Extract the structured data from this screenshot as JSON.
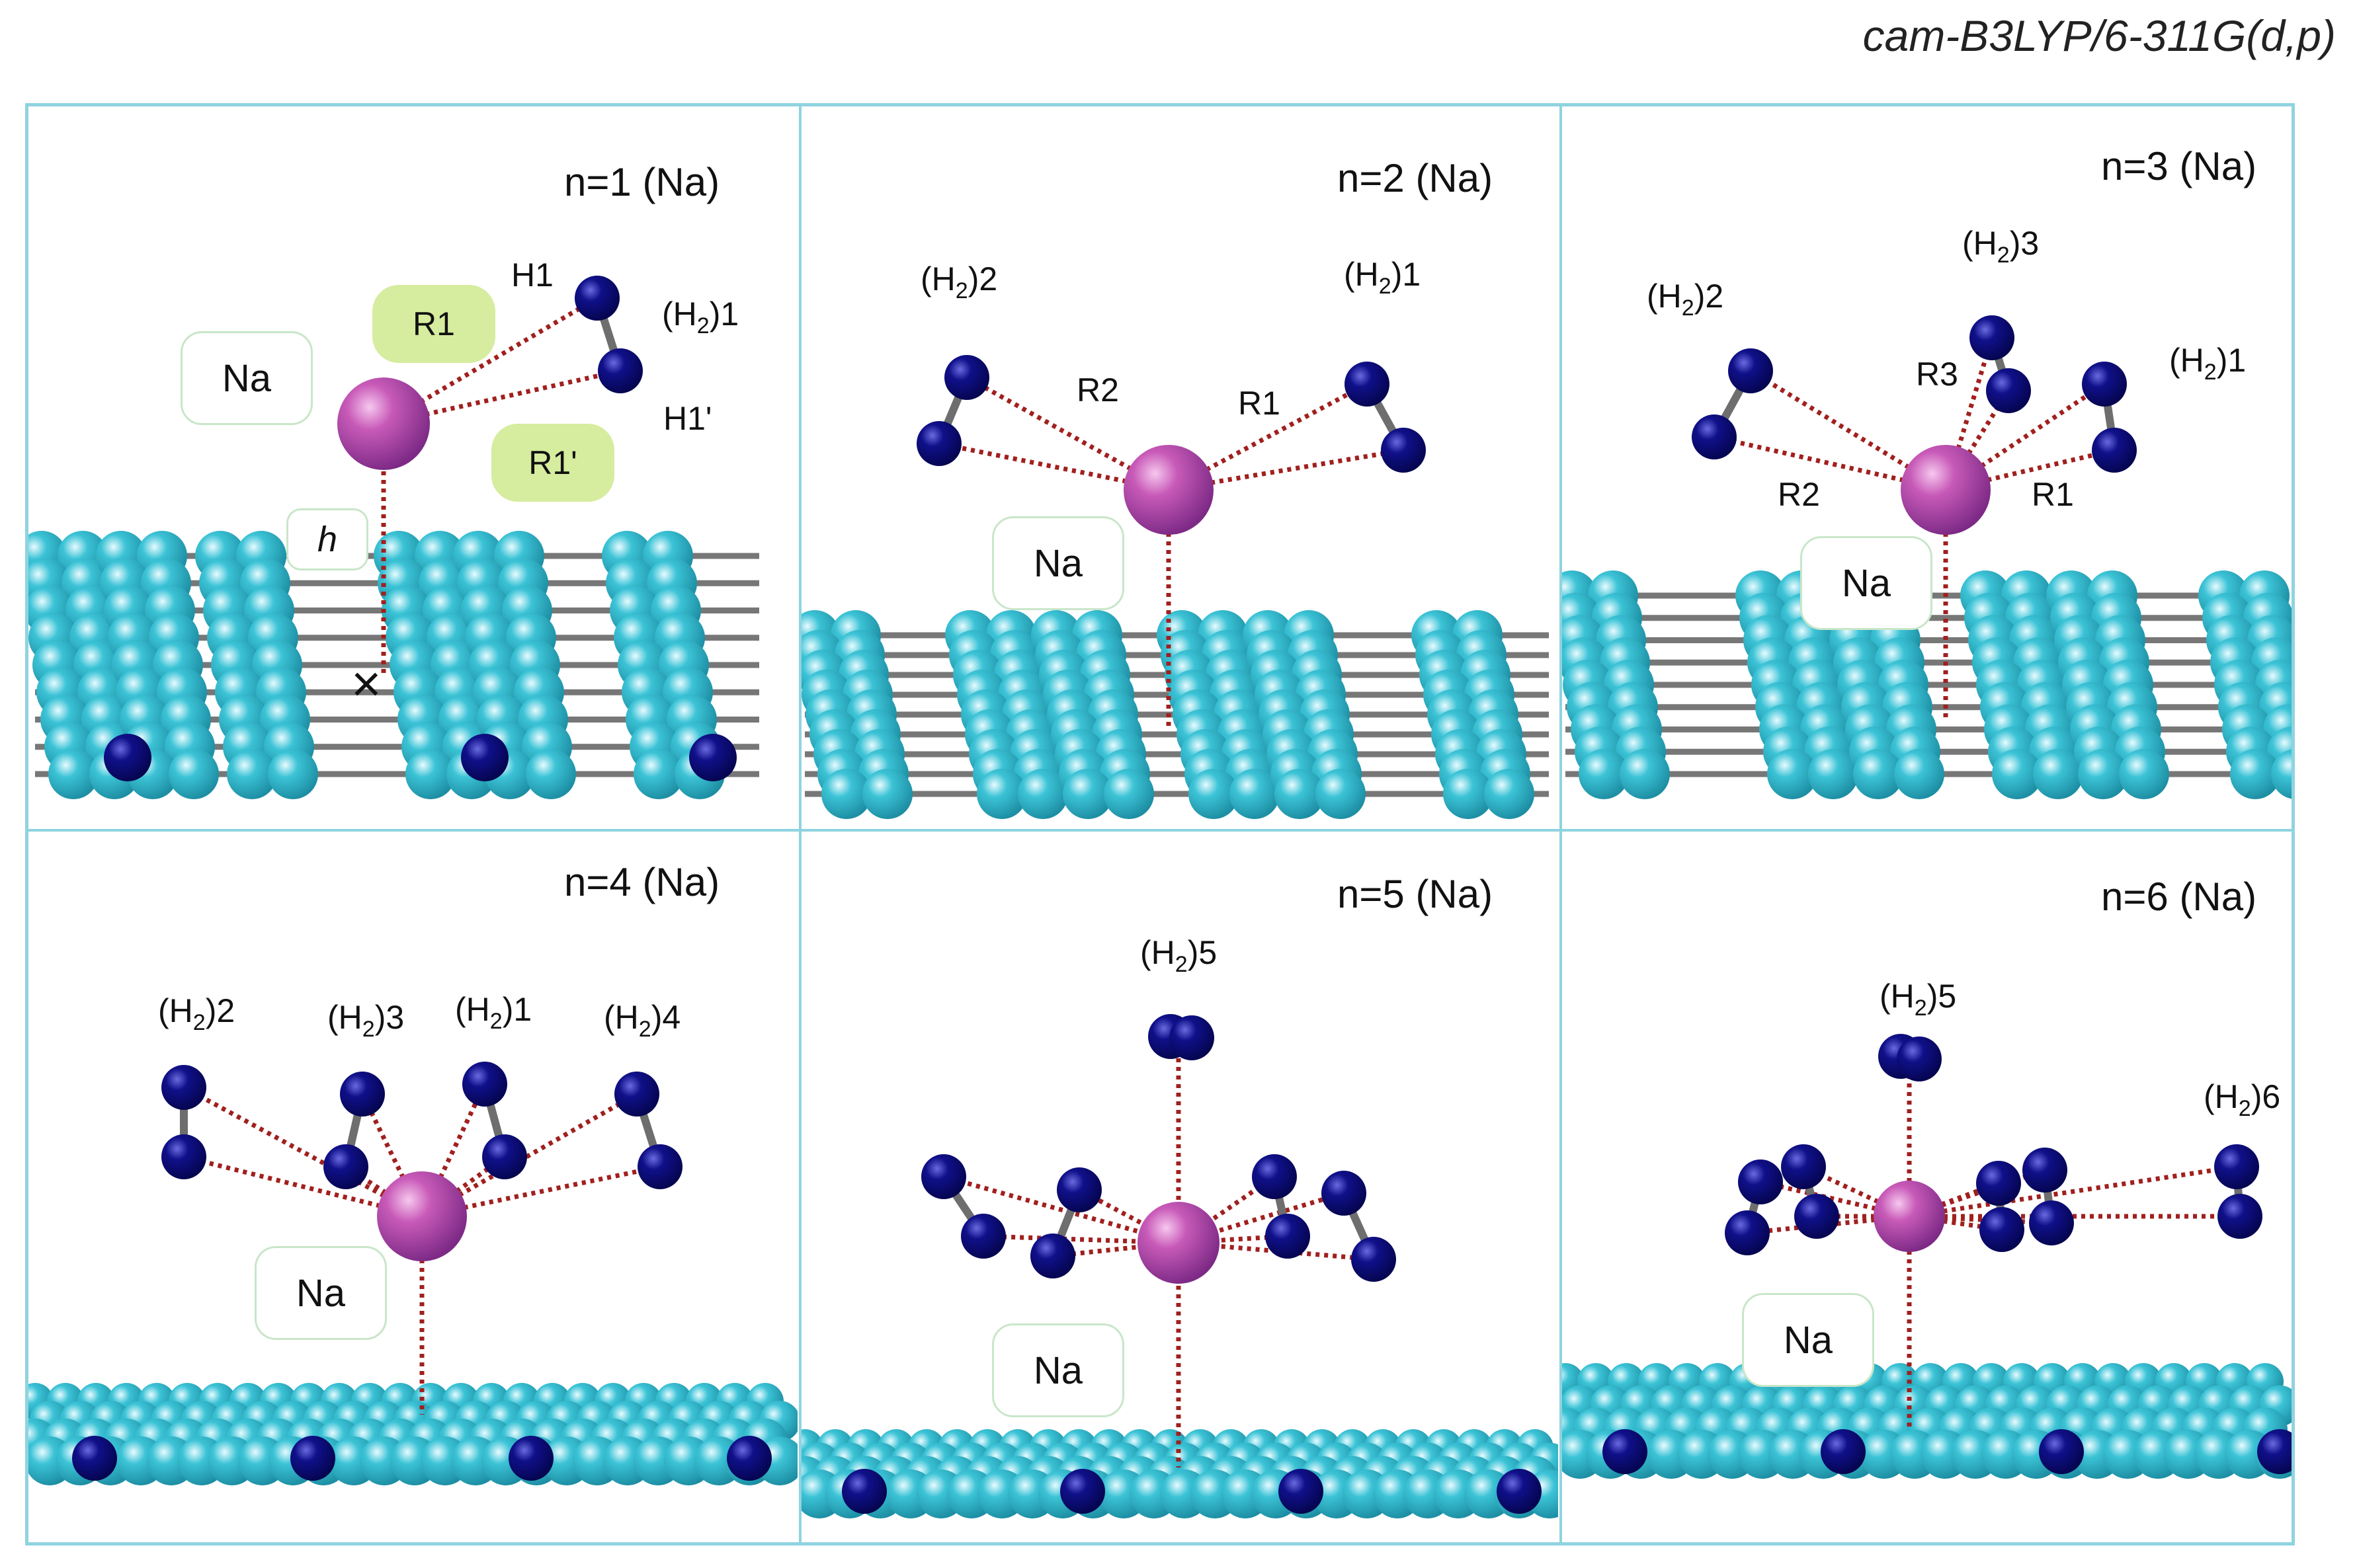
{
  "method": "cam-B3LYP/6-311G(d,p)",
  "panels": [
    {
      "title": "n=1 (Na)",
      "na_label": "Na",
      "h2_labels": [
        {
          "pre": "(H",
          "sub": "2",
          "post": ")1"
        }
      ],
      "atom_labels": [
        "H1",
        "H1'"
      ],
      "dist_labels": [
        "R1",
        "R1'"
      ],
      "height_label": "h",
      "x_mark": "×"
    },
    {
      "title": "n=2 (Na)",
      "na_label": "Na",
      "h2_labels": [
        {
          "pre": "(H",
          "sub": "2",
          "post": ")2"
        },
        {
          "pre": "(H",
          "sub": "2",
          "post": ")1"
        }
      ],
      "dist_labels": [
        "R2",
        "R1"
      ]
    },
    {
      "title": "n=3 (Na)",
      "na_label": "Na",
      "h2_labels": [
        {
          "pre": "(H",
          "sub": "2",
          "post": ")2"
        },
        {
          "pre": "(H",
          "sub": "2",
          "post": ")3"
        },
        {
          "pre": "(H",
          "sub": "2",
          "post": ")1"
        }
      ],
      "dist_labels": [
        "R3",
        "R2",
        "R1"
      ]
    },
    {
      "title": "n=4 (Na)",
      "na_label": "Na",
      "h2_labels": [
        {
          "pre": "(H",
          "sub": "2",
          "post": ")2"
        },
        {
          "pre": "(H",
          "sub": "2",
          "post": ")3"
        },
        {
          "pre": "(H",
          "sub": "2",
          "post": ")1"
        },
        {
          "pre": "(H",
          "sub": "2",
          "post": ")4"
        }
      ]
    },
    {
      "title": "n=5 (Na)",
      "na_label": "Na",
      "h2_labels": [
        {
          "pre": "(H",
          "sub": "2",
          "post": ")5"
        }
      ]
    },
    {
      "title": "n=6 (Na)",
      "na_label": "Na",
      "h2_labels": [
        {
          "pre": "(H",
          "sub": "2",
          "post": ")5"
        },
        {
          "pre": "(H",
          "sub": "2",
          "post": ")6"
        }
      ]
    }
  ],
  "colors": {
    "frame": "#8fd3e0",
    "surface_atom": "#3cc3d6",
    "hydrogen_atom": "#10108a",
    "sodium_atom": "#c85ab8",
    "bond": "#6e6e6e",
    "interaction_line": "#a0201e",
    "distance_box": "#d6ec9f",
    "label_box_border": "#c9e6c9"
  }
}
